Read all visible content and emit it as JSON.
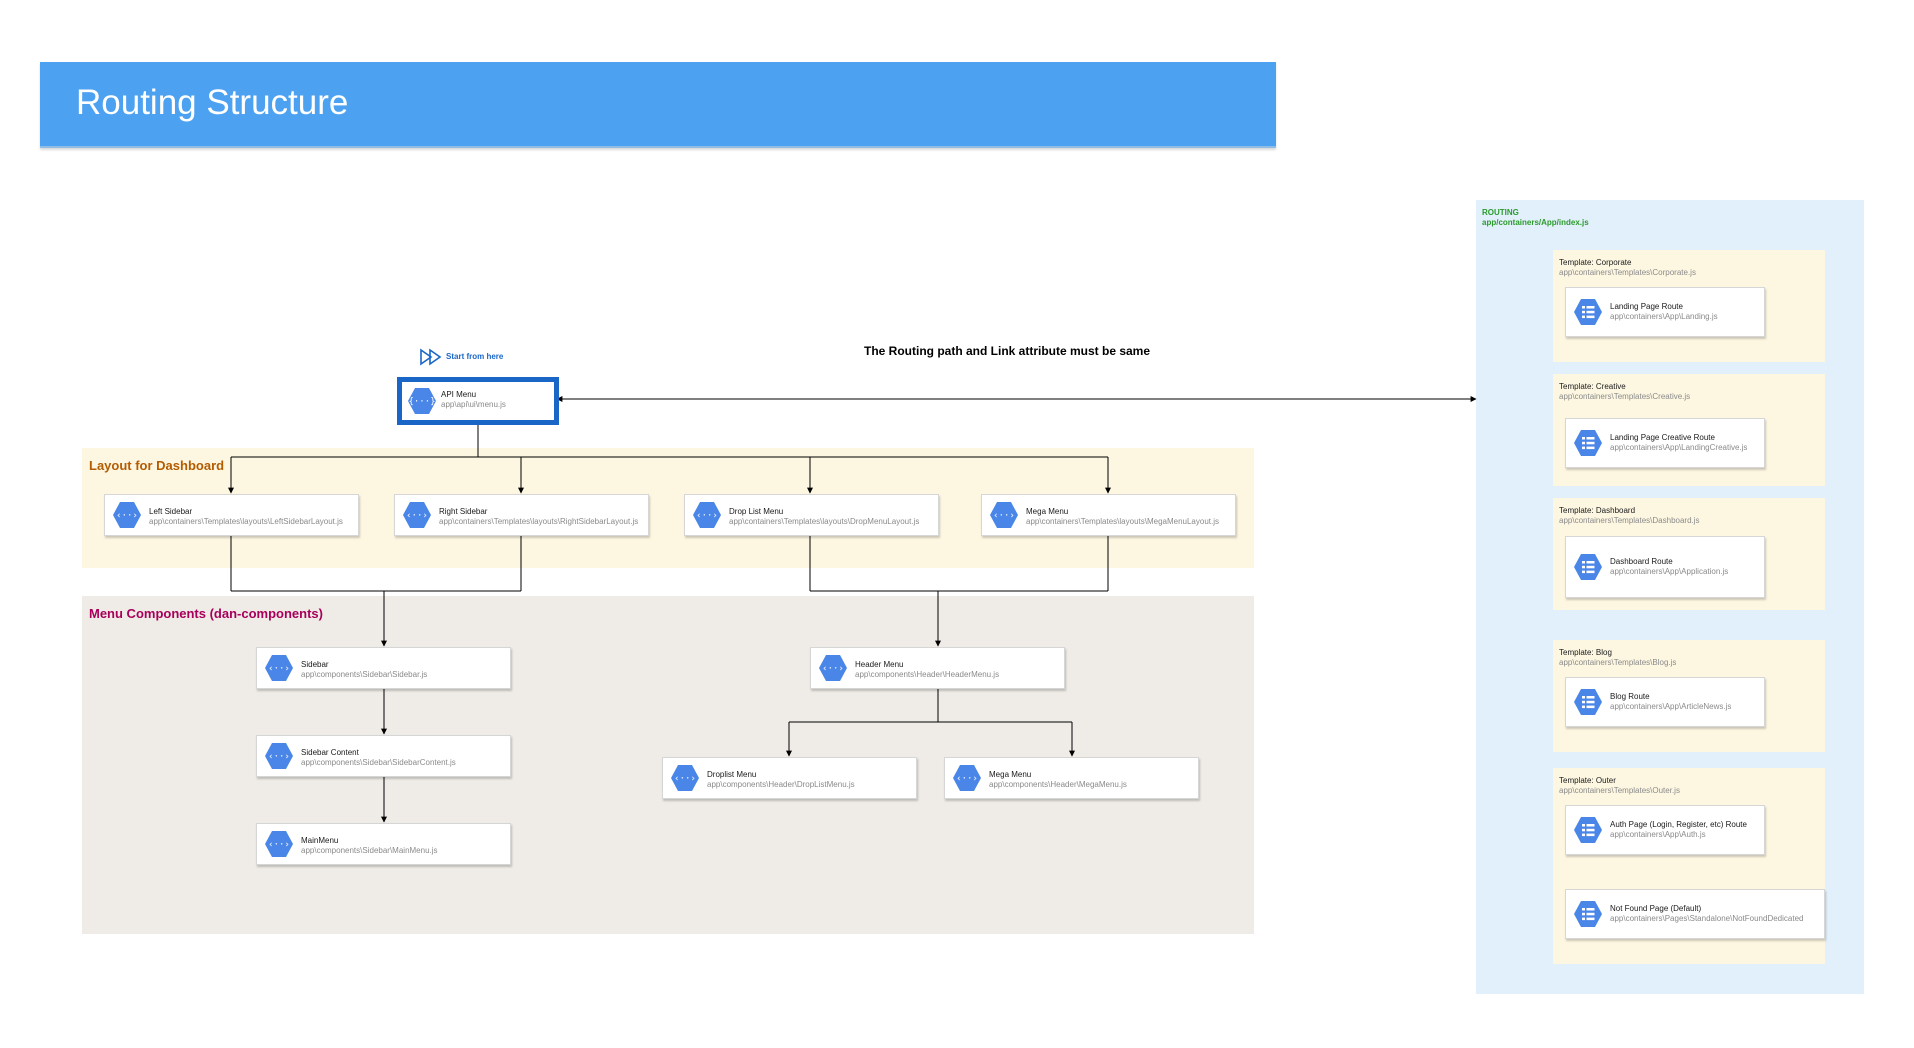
{
  "banner": {
    "title": "Routing Structure"
  },
  "start": {
    "label": "Start from here"
  },
  "note": {
    "text": "The Routing path and  Link attribute must be same"
  },
  "api_menu": {
    "title": "API Menu",
    "path": "app\\api\\ui\\menu.js"
  },
  "dashboard_layout": {
    "label": "Layout for Dashboard",
    "label_color": "#b35c00",
    "nodes": [
      {
        "title": "Left Sidebar",
        "path": "app\\containers\\Templates\\layouts\\LeftSidebarLayout.js"
      },
      {
        "title": "Right Sidebar",
        "path": "app\\containers\\Templates\\layouts\\RightSidebarLayout.js"
      },
      {
        "title": "Drop List Menu",
        "path": "app\\containers\\Templates\\layouts\\DropMenuLayout.js"
      },
      {
        "title": "Mega Menu",
        "path": "app\\containers\\Templates\\layouts\\MegaMenuLayout.js"
      }
    ]
  },
  "menu_components": {
    "label": "Menu Components (dan-components)",
    "label_color": "#a8005a",
    "sidebar": {
      "title": "Sidebar",
      "path": "app\\components\\Sidebar\\Sidebar.js"
    },
    "sidebar_content": {
      "title": "Sidebar Content",
      "path": "app\\components\\Sidebar\\SidebarContent.js"
    },
    "main_menu": {
      "title": "MainMenu",
      "path": "app\\components\\Sidebar\\MainMenu.js"
    },
    "header_menu": {
      "title": "Header Menu",
      "path": "app\\components\\Header\\HeaderMenu.js"
    },
    "droplist_menu": {
      "title": "Droplist Menu",
      "path": "app\\components\\Header\\DropListMenu.js"
    },
    "mega_menu": {
      "title": "Mega Menu",
      "path": "app\\components\\Header\\MegaMenu.js"
    }
  },
  "routing": {
    "title": "ROUTING",
    "path": "app/containers/App/index.js",
    "templates": [
      {
        "title": "Template: Corporate",
        "path": "app\\containers\\Templates\\Corporate.js",
        "routes": [
          {
            "title": "Landing Page Route",
            "path": "app\\containers\\App\\Landing.js"
          }
        ]
      },
      {
        "title": "Template: Creative",
        "path": "app\\containers\\Templates\\Creative.js",
        "routes": [
          {
            "title": "Landing Page Creative Route",
            "path": "app\\containers\\App\\LandingCreative.js"
          }
        ]
      },
      {
        "title": "Template: Dashboard",
        "path": "app\\containers\\Templates\\Dashboard.js",
        "routes": [
          {
            "title": "Dashboard Route",
            "path": "app\\containers\\App\\Application.js"
          }
        ]
      },
      {
        "title": "Template: Blog",
        "path": "app\\containers\\Templates\\Blog.js",
        "routes": [
          {
            "title": "Blog Route",
            "path": "app\\containers\\App\\ArticleNews.js"
          }
        ]
      },
      {
        "title": "Template: Outer",
        "path": "app\\containers\\Templates\\Outer.js",
        "routes": [
          {
            "title": "Auth Page (Login, Register, etc) Route",
            "path": "app\\containers\\App\\Auth.js"
          },
          {
            "title": "Not Found Page (Default)",
            "path": "app\\containers\\Pages\\Standalone\\NotFoundDedicated"
          }
        ]
      }
    ]
  },
  "colors": {
    "banner": "#4da1f1",
    "hex_icon": "#4a86e8",
    "api_border": "#1a66c6",
    "start_label": "#1a66c6"
  }
}
